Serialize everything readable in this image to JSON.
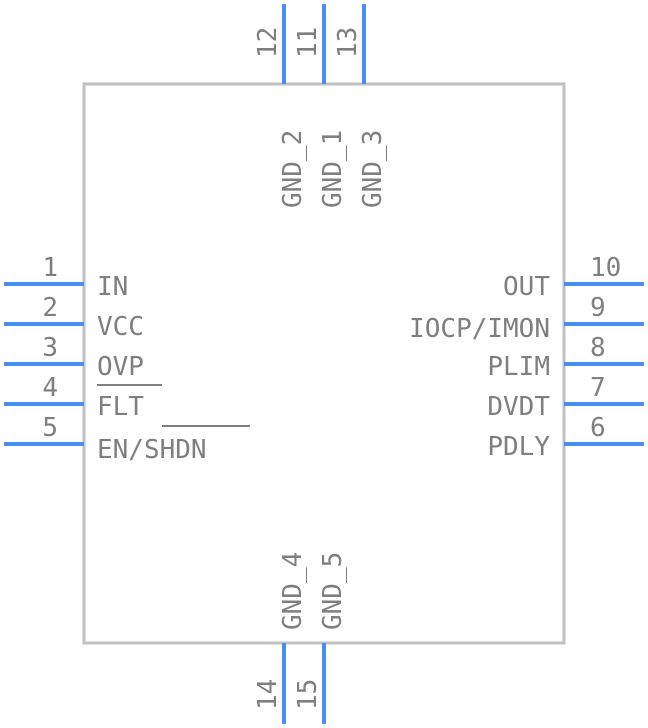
{
  "colors": {
    "pin": "#4a8ff0",
    "body_outline": "#c0c0c0",
    "text": "#7f7f7f"
  },
  "pins_left": [
    {
      "num": "1",
      "name": "IN"
    },
    {
      "num": "2",
      "name": "VCC"
    },
    {
      "num": "3",
      "name": "OVP"
    },
    {
      "num": "4",
      "name": "FLT"
    },
    {
      "num": "5",
      "name": "EN/SHDN"
    }
  ],
  "pins_right": [
    {
      "num": "10",
      "name": "OUT"
    },
    {
      "num": "9",
      "name": "IOCP/IMON"
    },
    {
      "num": "8",
      "name": "PLIM"
    },
    {
      "num": "7",
      "name": "DVDT"
    },
    {
      "num": "6",
      "name": "PDLY"
    }
  ],
  "pins_top": [
    {
      "num": "12",
      "name": "GND_2"
    },
    {
      "num": "11",
      "name": "GND_1"
    },
    {
      "num": "13",
      "name": "GND_3"
    }
  ],
  "pins_bottom": [
    {
      "num": "14",
      "name": "GND_4"
    },
    {
      "num": "15",
      "name": "GND_5"
    }
  ]
}
